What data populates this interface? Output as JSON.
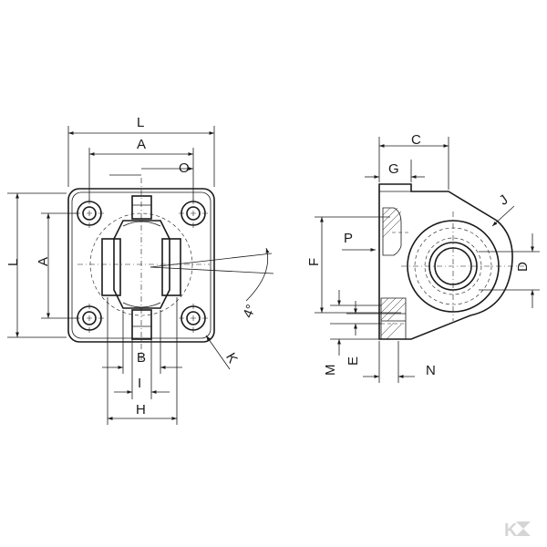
{
  "labels": {
    "L_top": "L",
    "A_top": "A",
    "O": "O",
    "L_side": "L",
    "A_side": "A",
    "B": "B",
    "I": "I",
    "H": "H",
    "K": "K",
    "angle": "4°",
    "C": "C",
    "G": "G",
    "J": "J",
    "P": "P",
    "F": "F",
    "D": "D",
    "M": "M",
    "E": "E",
    "N": "N"
  },
  "logo": {
    "text": "K",
    "color": "#d5d5d5"
  }
}
